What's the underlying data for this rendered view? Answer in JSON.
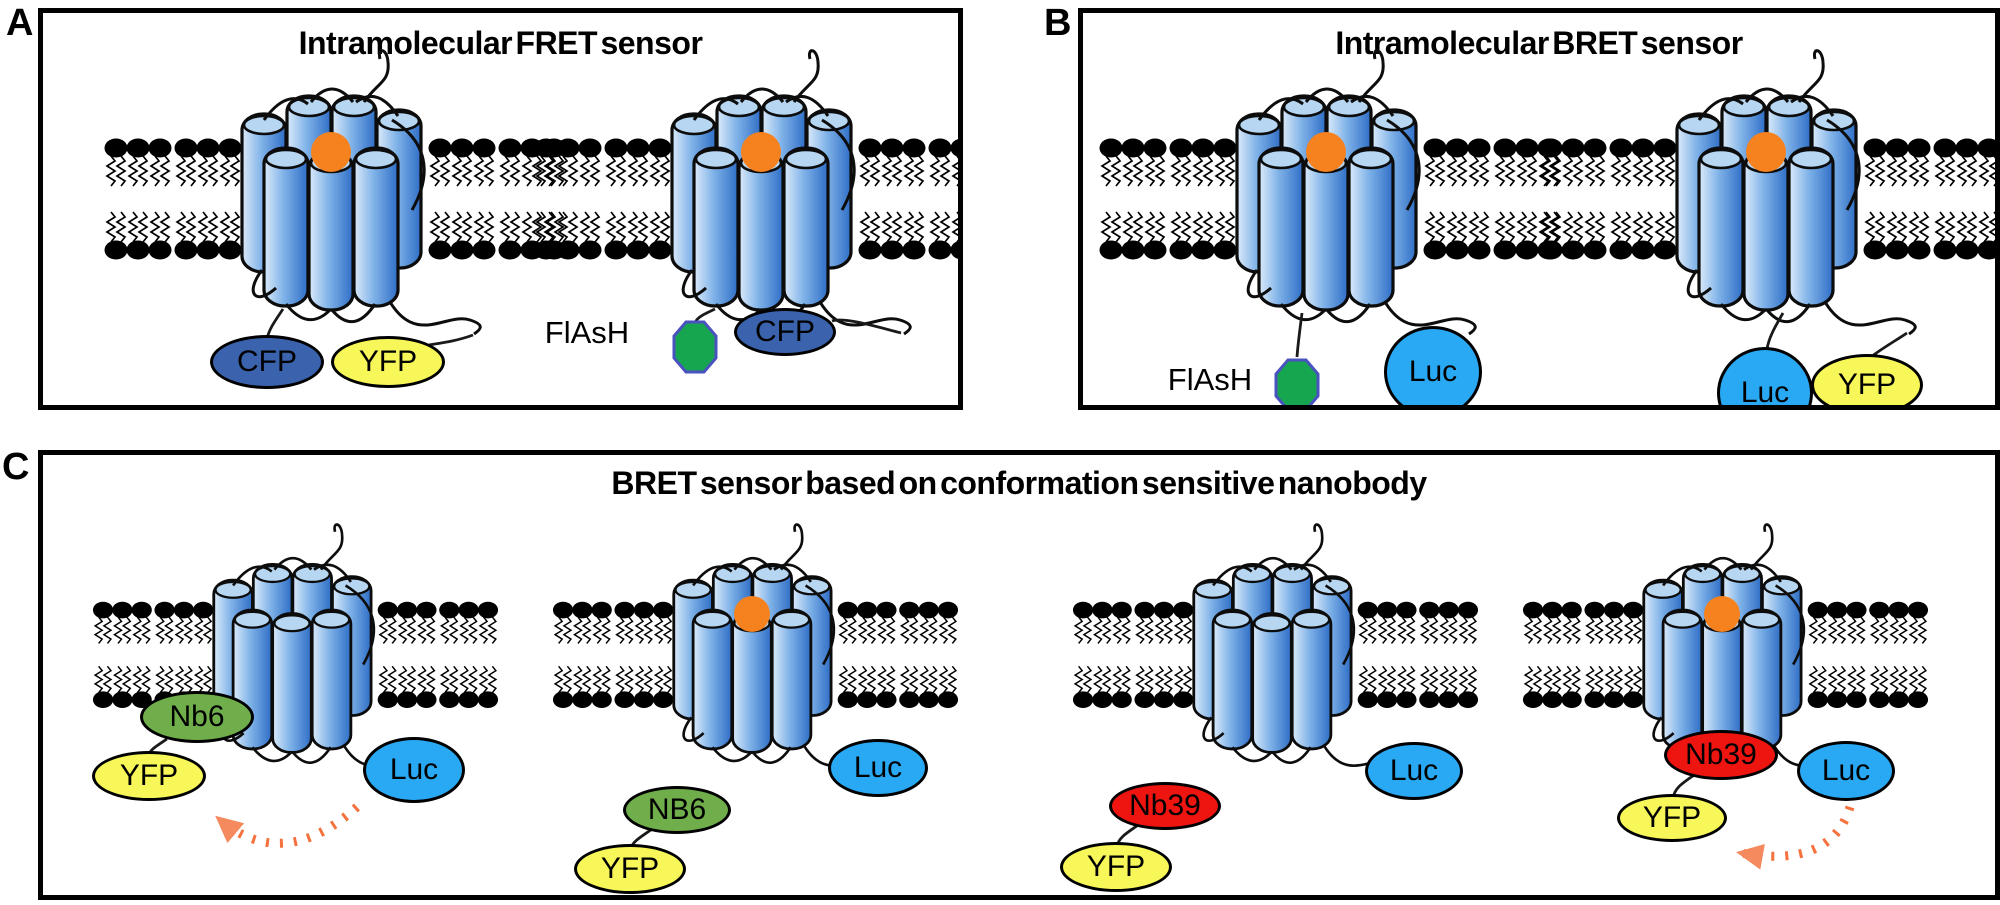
{
  "figure": {
    "panels": [
      {
        "label": "A",
        "title": "Intramolecular FRET sensor",
        "receptors": [
          {
            "ligand_bound": true,
            "badges": [
              {
                "name": "CFP"
              },
              {
                "name": "YFP"
              }
            ]
          },
          {
            "ligand_bound": true,
            "flash_label": "FlAsH",
            "badges": [
              {
                "name": "CFP"
              }
            ]
          }
        ]
      },
      {
        "label": "B",
        "title": "Intramolecular BRET sensor",
        "receptors": [
          {
            "ligand_bound": true,
            "flash_label": "FlAsH",
            "badges": [
              {
                "name": "Luc"
              }
            ]
          },
          {
            "ligand_bound": true,
            "badges": [
              {
                "name": "Luc"
              },
              {
                "name": "YFP"
              }
            ]
          }
        ]
      },
      {
        "label": "C",
        "title": "BRET sensor based on conformation sensitive nanobody",
        "receptors": [
          {
            "ligand_bound": false,
            "nanobody": "Nb6",
            "fluorophore": "YFP",
            "luciferase": "Luc",
            "bret_arrow": true
          },
          {
            "ligand_bound": true,
            "nanobody": "NB6",
            "fluorophore": "YFP",
            "luciferase": "Luc",
            "bret_arrow": false
          },
          {
            "ligand_bound": false,
            "nanobody": "Nb39",
            "fluorophore": "YFP",
            "luciferase": "Luc",
            "bret_arrow": false
          },
          {
            "ligand_bound": true,
            "nanobody": "Nb39",
            "fluorophore": "YFP",
            "luciferase": "Luc",
            "bret_arrow": true
          }
        ]
      }
    ],
    "icons": {
      "receptor": "gpcr-7tm-receptor",
      "membrane": "lipid-bilayer",
      "ligand": "agonist-ligand",
      "flash_tag": "flash-octagon-tag",
      "bret_arrow": "energy-transfer-dotted-arrow"
    },
    "colors": {
      "cfp": "#3a62ad",
      "yfp": "#f8f75a",
      "luc": "#29a9f4",
      "nb6": "#6fae4b",
      "nb39": "#ee1511",
      "flash_tag_fill": "#17a650",
      "flash_tag_border": "#4a52c0",
      "agonist_ligand": "#f5821f",
      "bret_arrow": "#f5713d",
      "helix_fill": "#2f6ec6",
      "membrane": "#000000"
    }
  }
}
